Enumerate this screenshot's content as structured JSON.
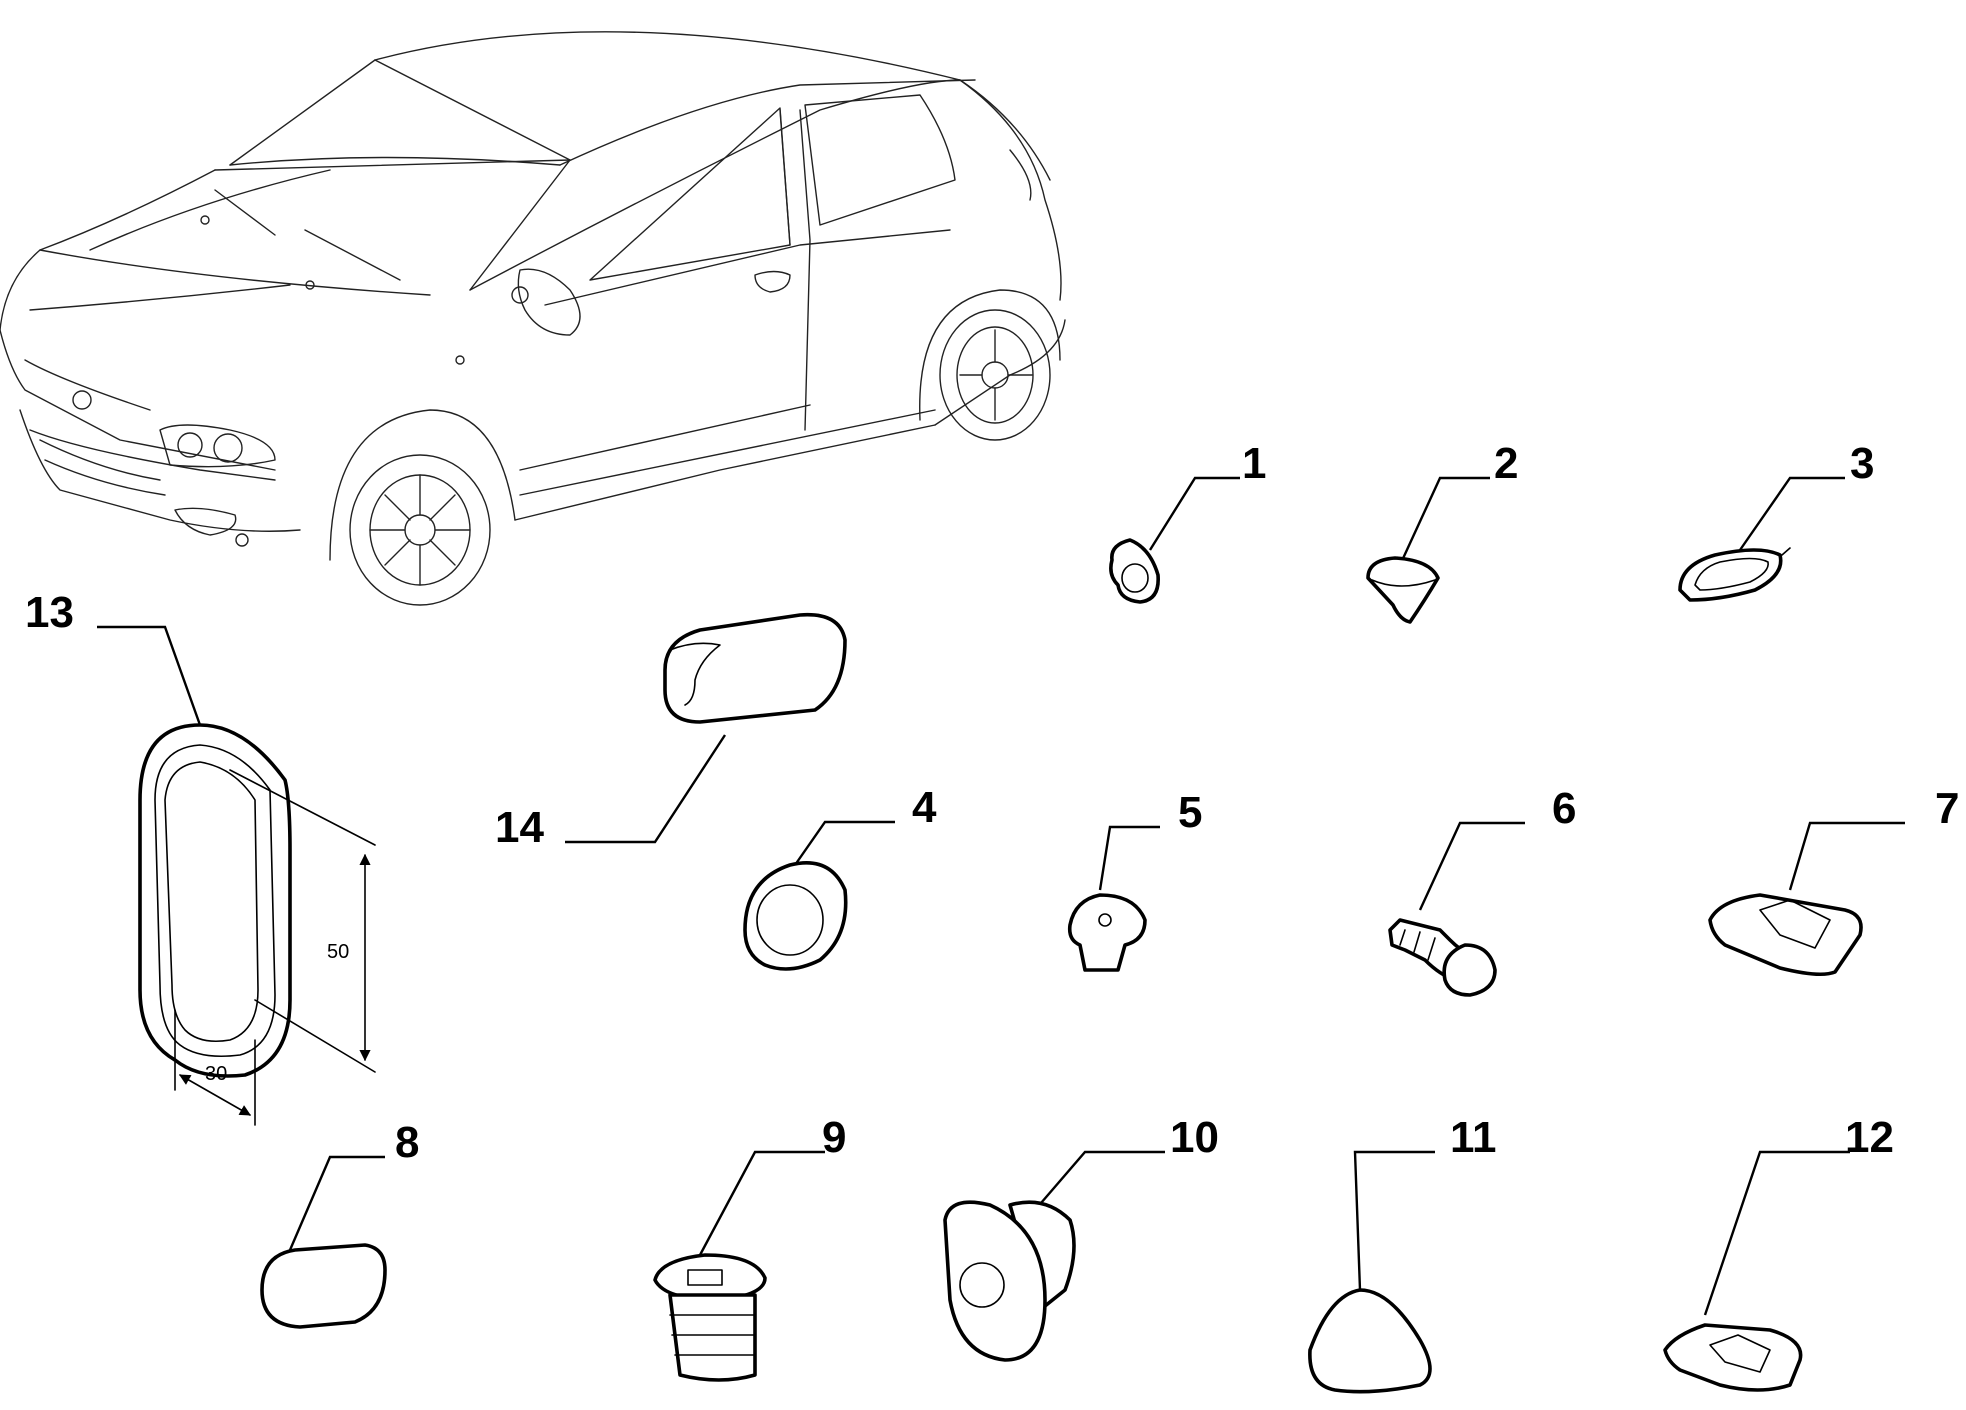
{
  "callouts": {
    "c1": "1",
    "c2": "2",
    "c3": "3",
    "c4": "4",
    "c5": "5",
    "c6": "6",
    "c7": "7",
    "c8": "8",
    "c9": "9",
    "c10": "10",
    "c11": "11",
    "c12": "12",
    "c13": "13",
    "c14": "14"
  },
  "dimensions": {
    "height": "50",
    "width": "30"
  }
}
